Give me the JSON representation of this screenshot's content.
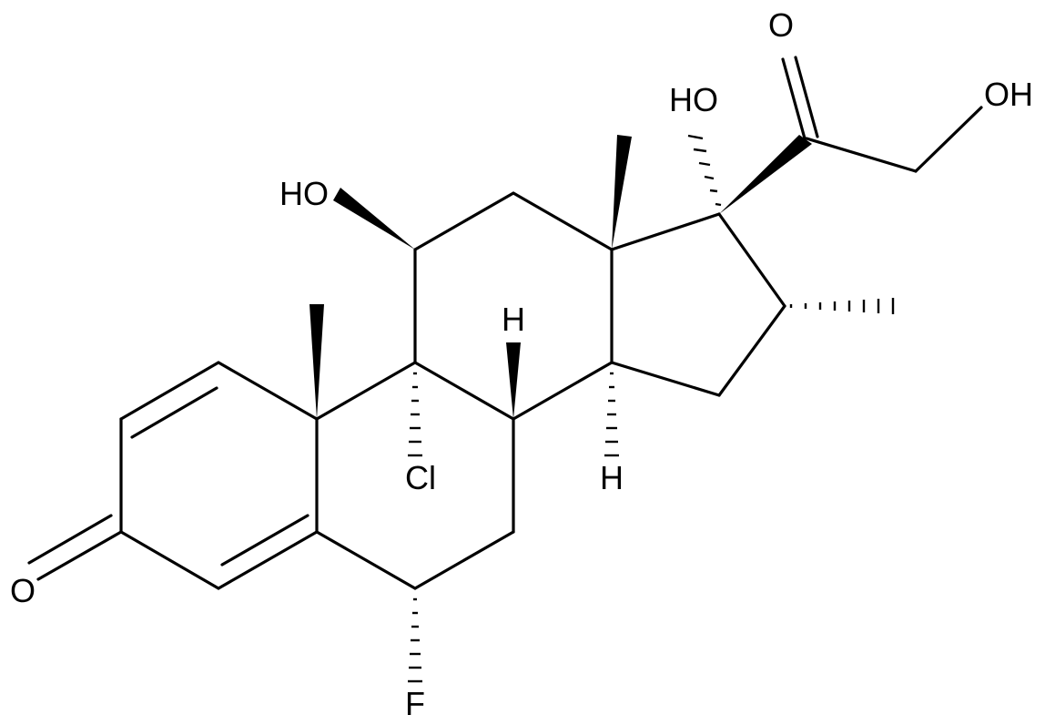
{
  "diagram": {
    "kind": "skeletal-structure",
    "labels": {
      "oh_17": "HO",
      "oh_side": "OH",
      "oh_11": "HO",
      "o_ketone_side": "O",
      "o_ketone_3": "O",
      "h_8": "H",
      "h_14": "H",
      "cl_9": "Cl",
      "f_6": "F"
    },
    "colors": {
      "ink": "#000000",
      "background": "#ffffff"
    }
  }
}
